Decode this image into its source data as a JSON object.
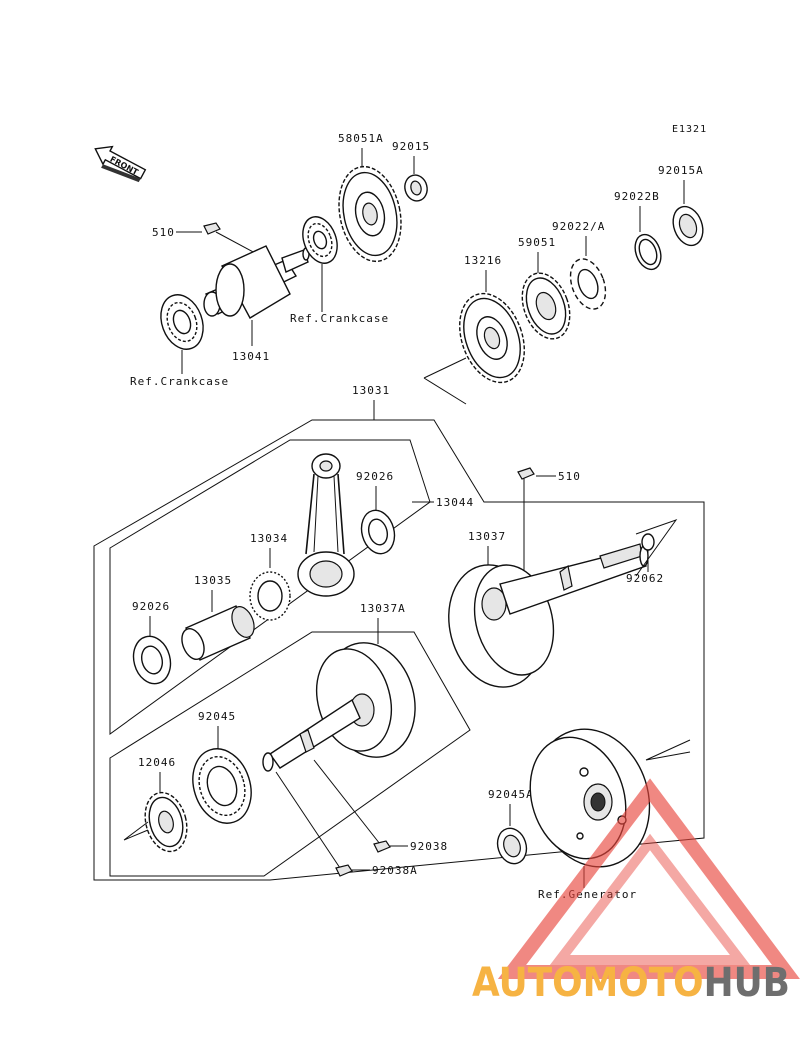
{
  "diagram_id": "E1321",
  "front_label": "FRONT",
  "labels": {
    "p510_top": "510",
    "p58051A": "58051A",
    "p92015": "92015",
    "p92015A": "92015A",
    "p92022B": "92022B",
    "p92022A": "92022/A",
    "p59051": "59051",
    "p13216": "13216",
    "p13041": "13041",
    "ref_crankcase_1": "Ref.Crankcase",
    "ref_crankcase_2": "Ref.Crankcase",
    "p13031": "13031",
    "p510_mid": "510",
    "p92026_top": "92026",
    "p13044": "13044",
    "p13037": "13037",
    "p13034": "13034",
    "p13035": "13035",
    "p92062": "92062",
    "p92026_left": "92026",
    "p13037A": "13037A",
    "p92045": "92045",
    "p12046": "12046",
    "p92045A": "92045A",
    "p92038": "92038",
    "p92038A": "92038A",
    "ref_generator": "Ref.Generator"
  },
  "watermark": {
    "part1": "AUTOMOTO",
    "part2": "HUB",
    "color_orange": "#f5a623",
    "color_red": "#e8453c",
    "color_grey": "#555555"
  }
}
